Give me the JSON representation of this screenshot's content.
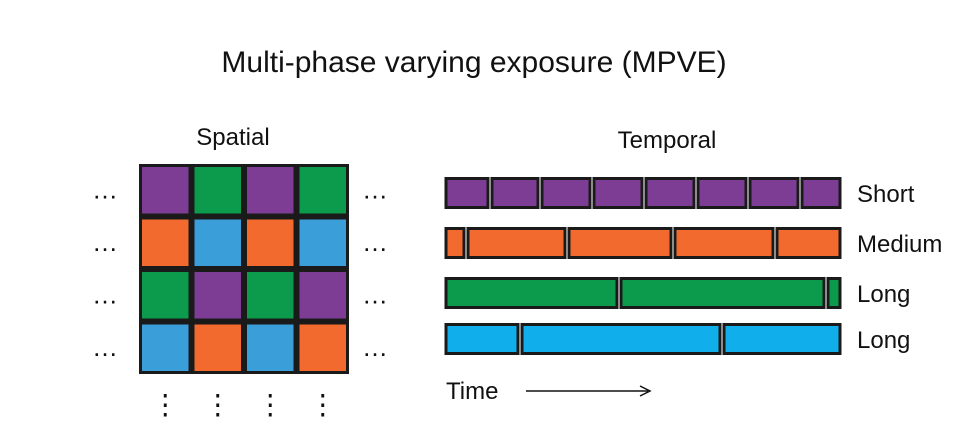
{
  "title": "Multi-phase varying exposure (MPVE)",
  "colors": {
    "purple": "#7e3d94",
    "green": "#0c9a4c",
    "orange": "#f26a2e",
    "blue_spatial": "#3a9ed8",
    "blue_temporal": "#10aeea",
    "border": "#1a1a1a"
  },
  "spatial": {
    "label": "Spatial",
    "ellipsis_h": "…",
    "ellipsis_v": "⋮",
    "grid": [
      [
        "purple",
        "green",
        "purple",
        "green"
      ],
      [
        "orange",
        "blue_spatial",
        "orange",
        "blue_spatial"
      ],
      [
        "green",
        "purple",
        "green",
        "purple"
      ],
      [
        "blue_spatial",
        "orange",
        "blue_spatial",
        "orange"
      ]
    ]
  },
  "temporal": {
    "label": "Temporal",
    "time_label": "Time",
    "rows": [
      {
        "label": "Short",
        "color": "purple"
      },
      {
        "label": "Medium",
        "color": "orange"
      },
      {
        "label": "Long",
        "color": "green"
      },
      {
        "label": "Long",
        "color": "blue_temporal"
      }
    ]
  }
}
